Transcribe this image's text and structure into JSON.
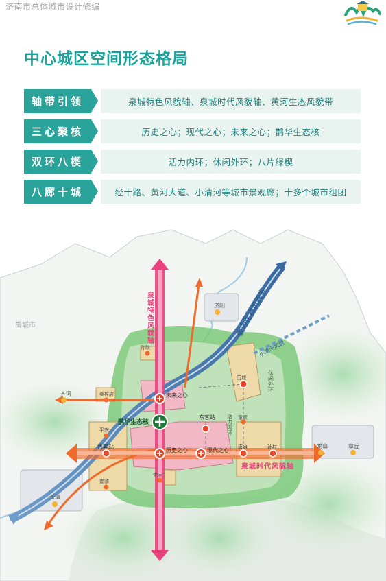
{
  "header": {
    "doc_title": "济南市总体城市设计修编"
  },
  "page": {
    "title": "中心城区空间形态格局"
  },
  "summary_rows": [
    {
      "tag": "轴带引领",
      "desc": "泉城特色风貌轴、泉城时代风貌轴、黄河生态风貌带"
    },
    {
      "tag": "三心聚核",
      "desc": "历史之心；现代之心；未来之心；鹊华生态核"
    },
    {
      "tag": "双环八楔",
      "desc": "活力内环；休闲外环；八片绿楔"
    },
    {
      "tag": "八廊十城",
      "desc": "经十路、黄河大道、小清河等城市景观廊；十多个城市组团"
    }
  ],
  "map": {
    "labels": {
      "yucheng": "禹城市",
      "jiyang": "济阳",
      "qihe": "齐河",
      "changqing": "长清",
      "zhangqiu": "章丘",
      "longshan": "龙山",
      "axis_quancheng_feature": "泉城特色风貌轴",
      "axis_quancheng_modern": "泉城时代风貌轴",
      "belt_yellow_river": "黄河生态风貌带",
      "corridor_xiaoqinghe": "小清河风貌",
      "ring_leisure_outer": "休闲外环",
      "ring_vitality_inner": "活力内环",
      "core_future": "未来之心",
      "core_history": "历史之心",
      "core_modern": "现代之心",
      "core_quehua": "鹊华生态核",
      "station_east": "东客站",
      "station_west": "西客站",
      "node_licheng": "历城",
      "node_tangye": "唐冶",
      "node_sunchun": "孙村",
      "node_dongjia": "董家",
      "node_sangzi": "桑梓店",
      "node_jiangjia": "孙耿",
      "node_pingan": "平安",
      "node_danan": "党家",
      "node_cuizhai": "崔寨"
    },
    "colors": {
      "teal": "#1aa39b",
      "pink_axis": "#e8417b",
      "orange": "#ef6a2b",
      "blue_belt": "#4a7ab0",
      "green_belt": "#5fbf5a",
      "urban_pink": "#f2b8c6",
      "urban_tan": "#eed9a8",
      "node_fill": "#e8452a"
    }
  }
}
